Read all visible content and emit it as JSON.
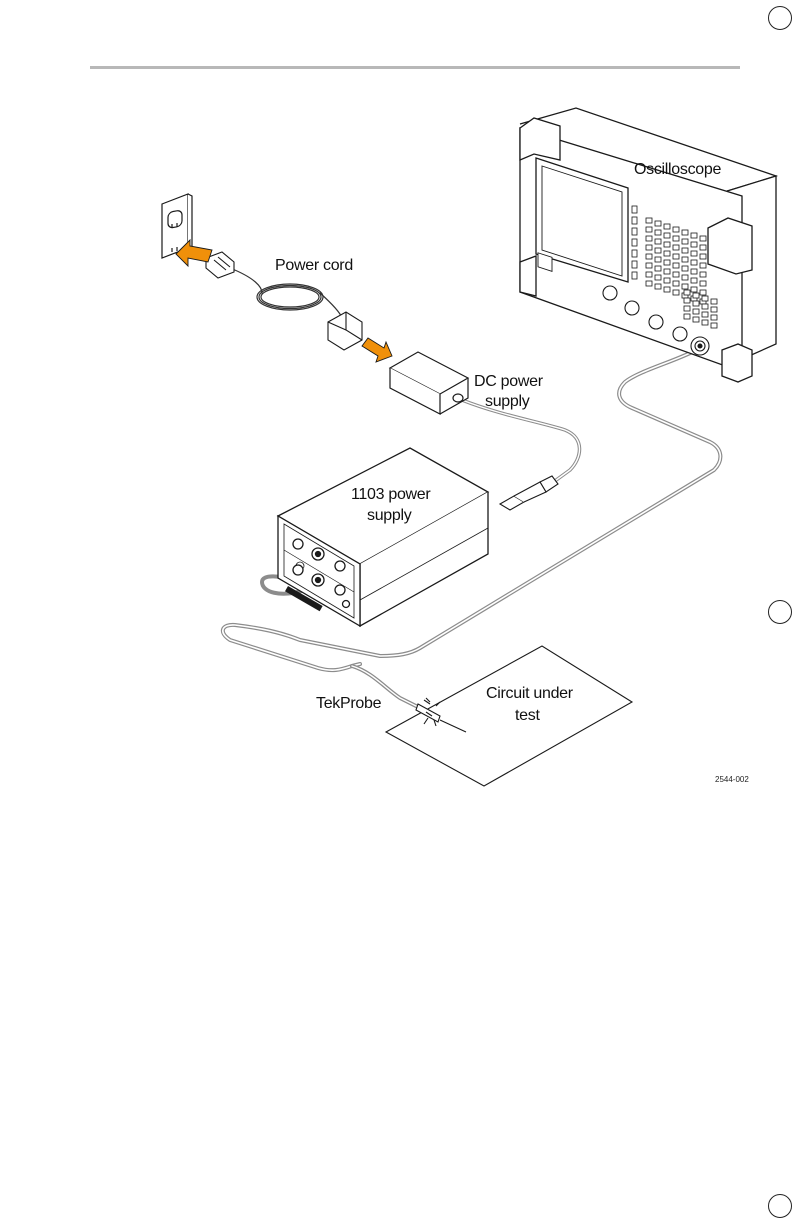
{
  "labels": {
    "oscilloscope": "Oscilloscope",
    "power_cord": "Power cord",
    "dc_power_supply_line1": "DC power",
    "dc_power_supply_line2": "supply",
    "power_supply_1103_line1": "1103 power",
    "power_supply_1103_line2": "supply",
    "tekprobe": "TekProbe",
    "circuit_line1": "Circuit under",
    "circuit_line2": "test"
  },
  "figure_number": "2544-002",
  "colors": {
    "arrow": "#f0900a",
    "cable": "#8c8c8c",
    "outline": "#1a1a1a",
    "header_rule": "#b8b8b8"
  }
}
